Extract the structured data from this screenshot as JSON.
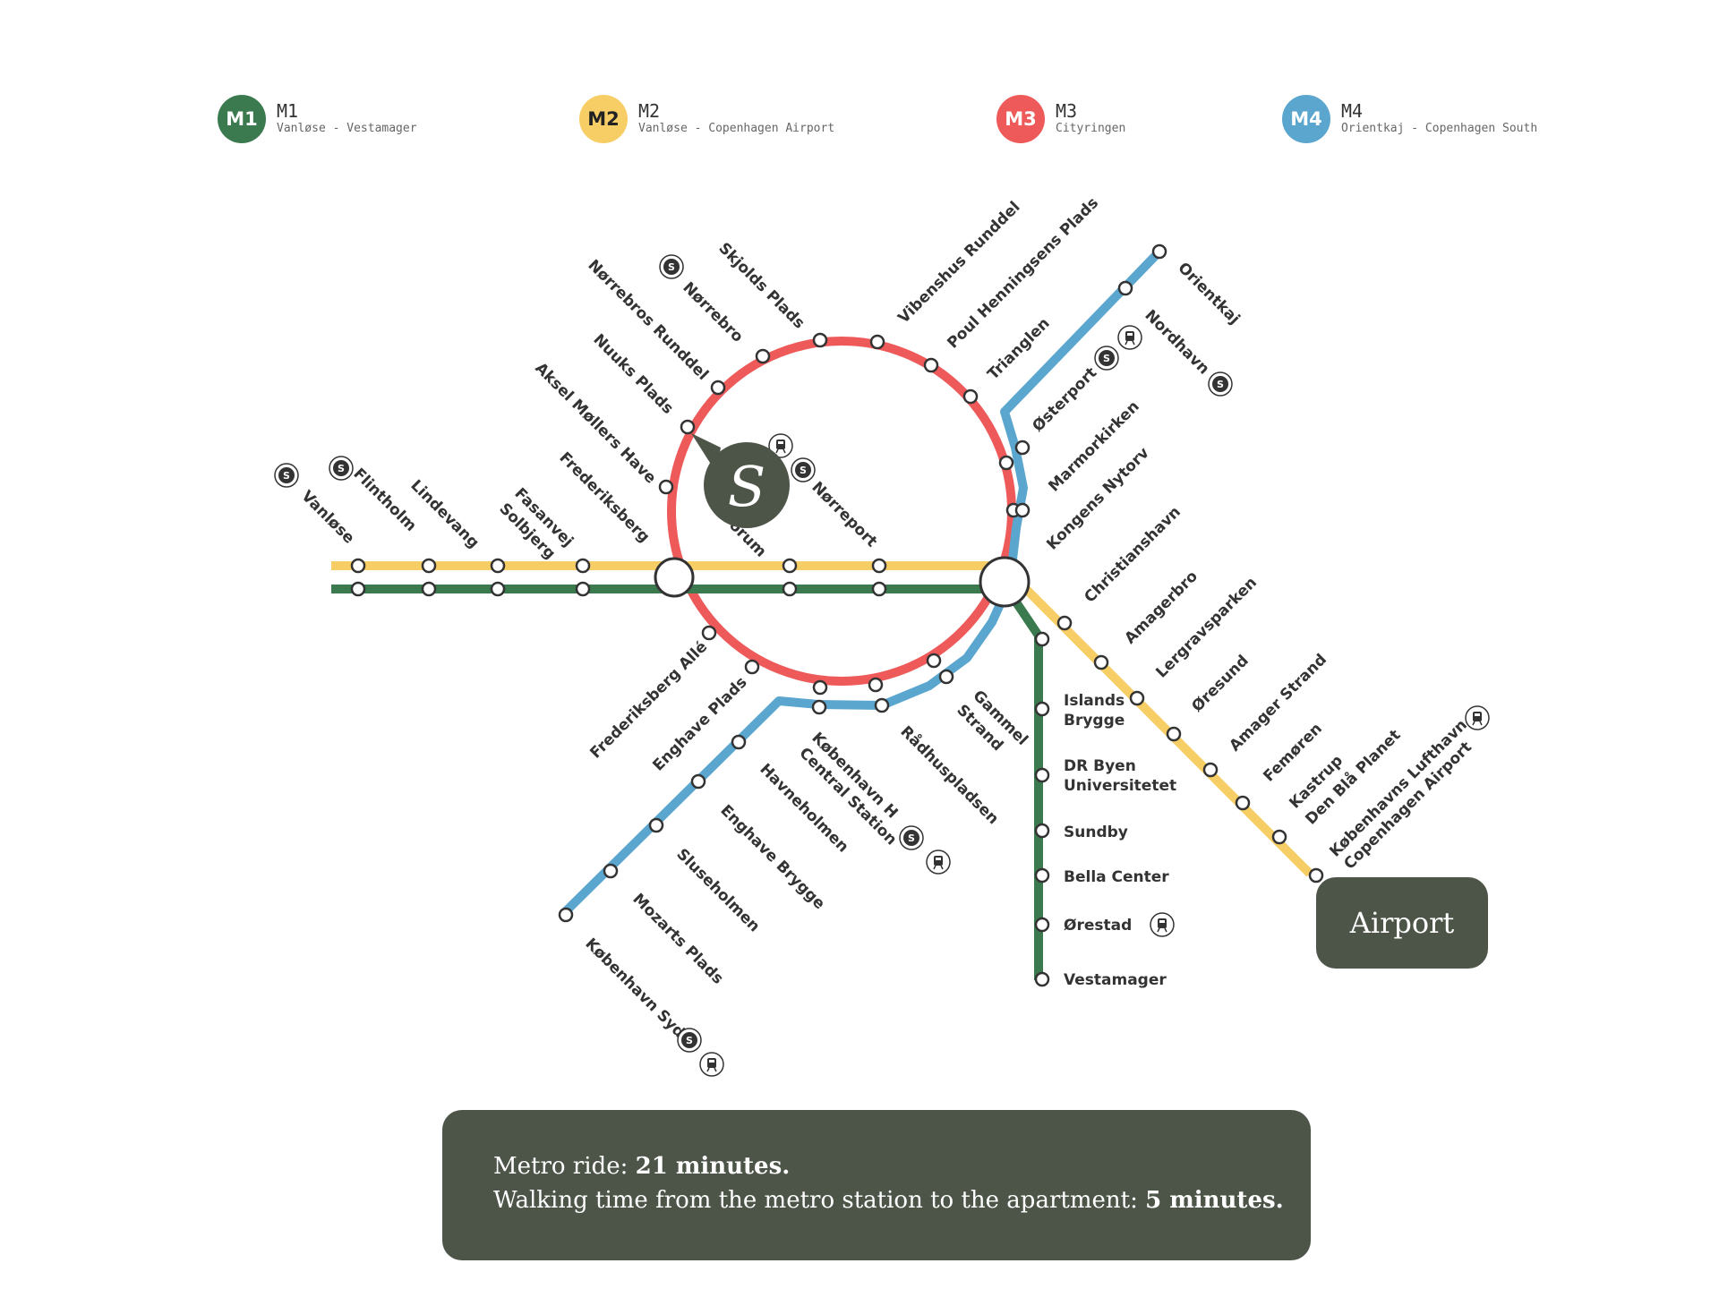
{
  "colors": {
    "m1": "#3b7a4f",
    "m2": "#f7cd66",
    "m3": "#ee5a5a",
    "m4": "#5ba6cf",
    "dark": "#4d5549"
  },
  "legend": [
    {
      "badge": "M1",
      "name": "M1",
      "route": "Vanløse - Vestamager",
      "color": "#3b7a4f",
      "badge_text_color": "#ffffff"
    },
    {
      "badge": "M2",
      "name": "M2",
      "route": "Vanløse - Copenhagen Airport",
      "color": "#f7cd66",
      "badge_text_color": "#222222"
    },
    {
      "badge": "M3",
      "name": "M3",
      "route": "Cityringen",
      "color": "#ee5a5a",
      "badge_text_color": "#ffffff"
    },
    {
      "badge": "M4",
      "name": "M4",
      "route": "Orientkaj - Copenhagen South",
      "color": "#5ba6cf",
      "badge_text_color": "#ffffff"
    }
  ],
  "stations": {
    "m1_m2_west": [
      "Vanløse",
      "Flintholm",
      "Lindevang",
      "Fasanvej Solbjerg",
      "Frederiksberg",
      "Forum",
      "Nørreport",
      "Kongens Nytorv"
    ],
    "m2_east": [
      "Christianshavn",
      "Amagerbro",
      "Lergravsparken",
      "Øresund",
      "Amager Strand",
      "Femøren",
      "Kastrup",
      "Den Blå Planet",
      "Københavns Lufthavn Copenhagen Airport"
    ],
    "m1_south": [
      "Islands Brygge",
      "DR Byen Universitetet",
      "Sundby",
      "Bella Center",
      "Ørestad",
      "Vestamager"
    ],
    "m3_ring": [
      "Aksel Møllers Have",
      "Nuuks Plads",
      "Nørrebros Runddel",
      "Nørrebro",
      "Skjolds Plads",
      "Vibenshus Runddel",
      "Poul Henningsens Plads",
      "Trianglen",
      "Østerport",
      "Marmorkirken",
      "Gammel Strand",
      "Rådhuspladsen",
      "København H Central Station",
      "Frederiksberg Allé",
      "Enghave Plads"
    ],
    "m4_branch": [
      "Orientkaj",
      "Nordhavn",
      "Havneholmen",
      "Enghave Brygge",
      "Sluseholmen",
      "Mozarts Plads",
      "København Syd"
    ]
  },
  "labels": {
    "vanlose": "Vanløse",
    "flintholm": "Flintholm",
    "lindevang": "Lindevang",
    "fasanvej_1": "Fasanvej",
    "fasanvej_2": "Solbjerg",
    "frederiksberg": "Frederiksberg",
    "forum": "Forum",
    "norreport": "Nørreport",
    "aksel": "Aksel Møllers Have",
    "nuuks": "Nuuks Plads",
    "norrebros": "Nørrebros Runddel",
    "norrebro": "Nørrebro",
    "skjolds": "Skjolds Plads",
    "vibenshus": "Vibenshus Runddel",
    "poul": "Poul Henningsens Plads",
    "trianglen": "Trianglen",
    "osterport": "Østerport",
    "orientkaj": "Orientkaj",
    "nordhavn": "Nordhavn",
    "marmorkirken": "Marmorkirken",
    "kongens": "Kongens Nytorv",
    "christianshavn": "Christianshavn",
    "amagerbro": "Amagerbro",
    "lergravsparken": "Lergravsparken",
    "oresund": "Øresund",
    "amager_strand": "Amager Strand",
    "femoren": "Femøren",
    "kastrup_1": "Kastrup",
    "kastrup_2": "Den Blå Planet",
    "lufthavn_1": "Københavns Lufthavn",
    "lufthavn_2": "Copenhagen Airport",
    "islands_1": "Islands",
    "islands_2": "Brygge",
    "drbyen_1": "DR Byen",
    "drbyen_2": "Universitetet",
    "sundby": "Sundby",
    "bella": "Bella Center",
    "orestad": "Ørestad",
    "vestamager": "Vestamager",
    "gammel_1": "Gammel",
    "gammel_2": "Strand",
    "radhus": "Rådhuspladsen",
    "kbh_h_1": "København H",
    "kbh_h_2": "Central Station",
    "havneholmen": "Havneholmen",
    "enghave_brygge": "Enghave Brygge",
    "sluseholmen": "Sluseholmen",
    "mozarts": "Mozarts Plads",
    "kbh_syd": "København Syd",
    "frb_alle": "Frederiksberg Allé",
    "enghave_plads": "Enghave Plads"
  },
  "icons": {
    "s_train": "S",
    "train": "train-icon",
    "property_marker": "S"
  },
  "airport": {
    "label": "Airport"
  },
  "info": {
    "line1_prefix": "Metro ride: ",
    "line1_value": "21 minutes.",
    "line2_prefix": "Walking time from the metro station to the apartment: ",
    "line2_value": "5 minutes."
  }
}
